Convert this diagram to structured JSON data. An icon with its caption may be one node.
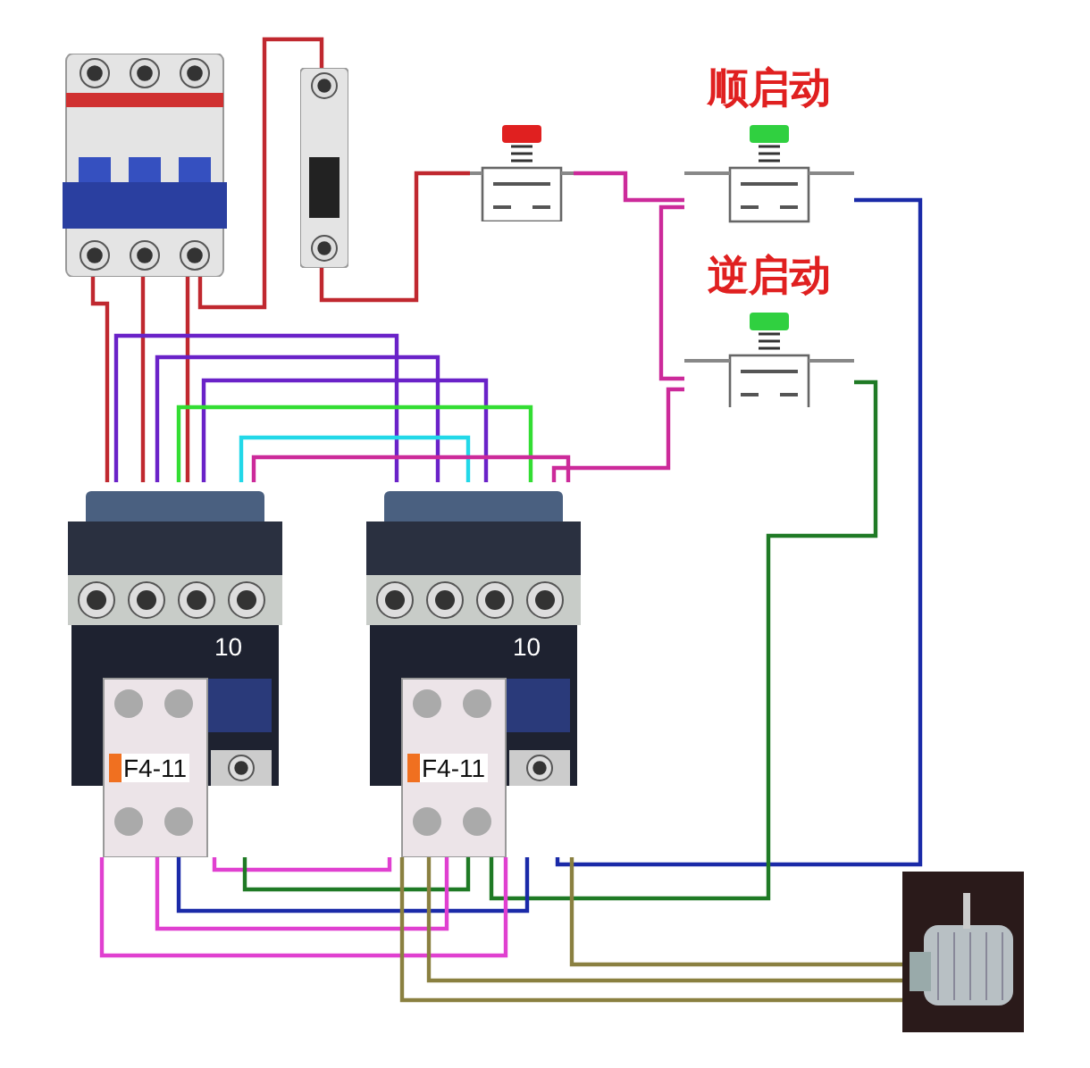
{
  "diagram": {
    "nodes": [
      {
        "text": [],
        "shape": "picture"
      },
      {
        "text": [],
        "shape": "picture"
      },
      {
        "text": [],
        "shape": "picture"
      },
      {
        "text": [
          "顺启动"
        ]
      },
      {
        "text": [
          "逆启动"
        ]
      },
      {
        "text": [
          "10",
          "F4-11"
        ]
      },
      {
        "text": [
          "10",
          "F4-11"
        ]
      },
      {
        "text": [],
        "shape": "picture"
      }
    ],
    "edges": [
      {
        "from": 0,
        "to": 5,
        "arrow": "none",
        "color": "#c0282f"
      },
      {
        "from": 0,
        "to": 5,
        "arrow": "none",
        "color": "#c0282f"
      },
      {
        "from": 0,
        "to": 5,
        "arrow": "none",
        "color": "#c0282f"
      },
      {
        "from": 0,
        "to": 1,
        "arrow": "none",
        "color": "#c0282f"
      },
      {
        "from": 1,
        "to": 2,
        "arrow": "none",
        "color": "#c0282f"
      },
      {
        "from": 2,
        "to": 3,
        "arrow": "none",
        "color": "#cc2a9a"
      },
      {
        "from": 3,
        "to": 4,
        "arrow": "none",
        "color": "#cc2a9a"
      },
      {
        "from": 4,
        "to": 6,
        "arrow": "none",
        "color": "#cc2a9a"
      },
      {
        "from": 3,
        "to": 6,
        "arrow": "none",
        "color": "#1a2aa8"
      },
      {
        "from": 4,
        "to": 6,
        "arrow": "none",
        "color": "#1f7a25"
      },
      {
        "from": 5,
        "to": 6,
        "arrow": "none",
        "color": "#6a22c8"
      },
      {
        "from": 5,
        "to": 6,
        "arrow": "none",
        "color": "#6a22c8"
      },
      {
        "from": 5,
        "to": 6,
        "arrow": "none",
        "color": "#6a22c8"
      },
      {
        "from": 5,
        "to": 6,
        "arrow": "none",
        "color": "#33dd33"
      },
      {
        "from": 5,
        "to": 6,
        "arrow": "none",
        "color": "#22d8e8"
      },
      {
        "from": 5,
        "to": 6,
        "arrow": "none",
        "color": "#cc2a9a"
      },
      {
        "from": 5,
        "to": 6,
        "arrow": "none",
        "color": "#e040d0"
      },
      {
        "from": 5,
        "to": 6,
        "arrow": "none",
        "color": "#1f7a25"
      },
      {
        "from": 5,
        "to": 6,
        "arrow": "none",
        "color": "#1a2aa8"
      },
      {
        "from": 5,
        "to": 6,
        "arrow": "none",
        "color": "#e040d0"
      },
      {
        "from": 5,
        "to": 6,
        "arrow": "none",
        "color": "#e040d0"
      },
      {
        "from": 6,
        "to": 7,
        "arrow": "none",
        "color": "#8a8040"
      },
      {
        "from": 6,
        "to": 7,
        "arrow": "none",
        "color": "#8a8040"
      },
      {
        "from": 6,
        "to": 7,
        "arrow": "none",
        "color": "#8a8040"
      }
    ]
  }
}
